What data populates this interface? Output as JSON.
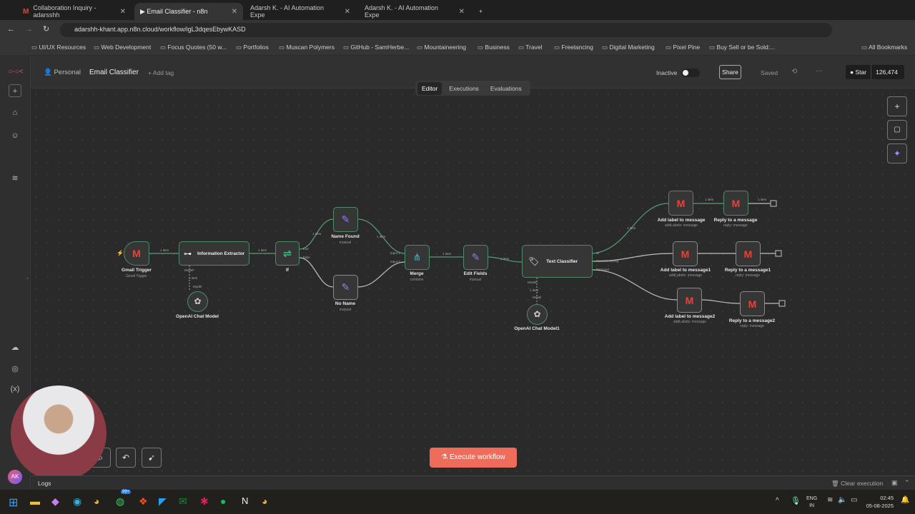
{
  "browser": {
    "tabs": [
      {
        "label": "Collaboration Inquiry - adarsshh"
      },
      {
        "label": "▶ Email Classifier - n8n"
      },
      {
        "label": "Adarsh K. - AI Automation Expe"
      },
      {
        "label": "Adarsh K. - AI Automation Expe"
      }
    ],
    "url": "adarshh-khant.app.n8n.cloud/workflow/igL3dqesEbywKASD",
    "bookmarks": [
      "UI/UX Resources",
      "Web Development",
      "Focus Quotes (50 w...",
      "Portfolios",
      "Muscan Polymers",
      "GitHub - SamHerbe...",
      "Mountaineering",
      "Business",
      "Travel",
      "Freelancing",
      "Digital Marketing",
      "Pixel Pine",
      "Buy Sell or be Sold:..."
    ],
    "all_bookmarks": "All Bookmarks"
  },
  "header": {
    "project": "Personal",
    "title": "Email Classifier",
    "add_tag": "+ Add tag",
    "status": "Inactive",
    "share": "Share",
    "saved": "Saved",
    "star": "Star",
    "stars": "126,474"
  },
  "view_tabs": [
    "Editor",
    "Executions",
    "Evaluations"
  ],
  "nodes": {
    "gmail_trigger": {
      "label": "Gmail Trigger",
      "sub": "Gmail Trigger"
    },
    "info_extractor": {
      "label": "Information Extractor",
      "port": "Model*"
    },
    "if": {
      "label": "If",
      "true": "true",
      "false": "false"
    },
    "name_found": {
      "label": "Name Found",
      "sub": "manual"
    },
    "no_name": {
      "label": "No Name",
      "sub": "manual"
    },
    "merge": {
      "label": "Merge",
      "sub": "combine",
      "in1": "Input 1",
      "in2": "Input 2"
    },
    "edit_fields": {
      "label": "Edit Fields",
      "sub": "manual"
    },
    "text_classifier": {
      "label": "Text Classifier",
      "port": "Model*",
      "out": [
        "AI",
        "Mountaineering",
        "Personal"
      ]
    },
    "openai1": {
      "label": "OpenAI Chat Model",
      "port": "Model"
    },
    "openai2": {
      "label": "OpenAI Chat Model1",
      "port": "Model"
    },
    "add_label": {
      "label": "Add label to message",
      "sub": "addLabels: message"
    },
    "reply": {
      "label": "Reply to a message",
      "sub": "reply: message"
    },
    "add_label1": {
      "label": "Add label to message1",
      "sub": "addLabels: message"
    },
    "reply1": {
      "label": "Reply to a message1",
      "sub": "reply: message"
    },
    "add_label2": {
      "label": "Add label to message2",
      "sub": "addLabels: message"
    },
    "reply2": {
      "label": "Reply to a message2",
      "sub": "reply: message"
    }
  },
  "edge_label": "1 item",
  "execute": "Execute workflow",
  "logs": "Logs",
  "clear": "Clear execution",
  "avatar": "AK",
  "taskbar": {
    "lang1": "ENG",
    "lang2": "IN",
    "time": "02:45",
    "date": "05-08-2025",
    "badge": "99+"
  }
}
